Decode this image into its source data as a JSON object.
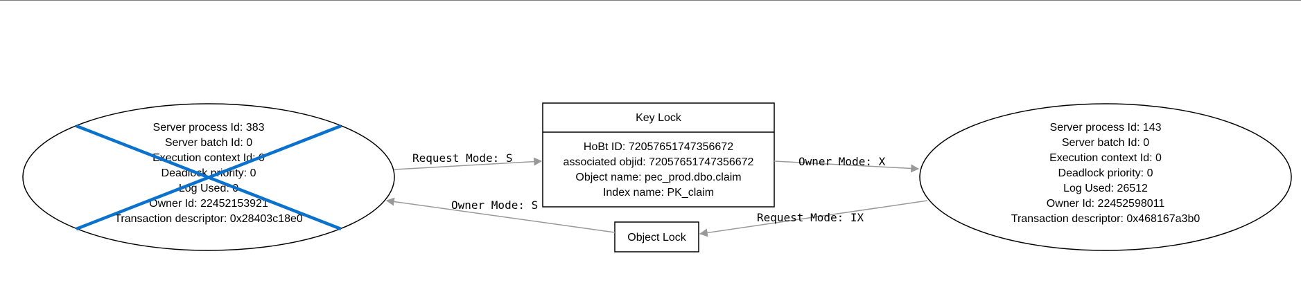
{
  "victim_process": {
    "lines": [
      "Server process Id: 383",
      "Server batch Id: 0",
      "Execution context Id: 0",
      "Deadlock priority: 0",
      "Log Used: 0",
      "Owner Id: 22452153921",
      "Transaction descriptor: 0x28403c18e0"
    ],
    "cross_color": "#0a72cc"
  },
  "other_process": {
    "lines": [
      "Server process Id: 143",
      "Server batch Id: 0",
      "Execution context Id: 0",
      "Deadlock priority: 0",
      "Log Used: 26512",
      "Owner Id: 22452598011",
      "Transaction descriptor: 0x468167a3b0"
    ]
  },
  "key_lock": {
    "title": "Key Lock",
    "lines": [
      "HoBt ID: 72057651747356672",
      "associated objid: 72057651747356672",
      "Object name: pec_prod.dbo.claim",
      "Index name: PK_claim"
    ]
  },
  "object_lock": {
    "title": "Object Lock"
  },
  "edges": {
    "victim_to_key": "Request Mode: S",
    "key_to_other": "Owner Mode: X",
    "other_to_object": "Request Mode: IX",
    "object_to_victim": "Owner Mode: S"
  },
  "colors": {
    "edge": "#999999",
    "cross": "#0a72cc"
  }
}
